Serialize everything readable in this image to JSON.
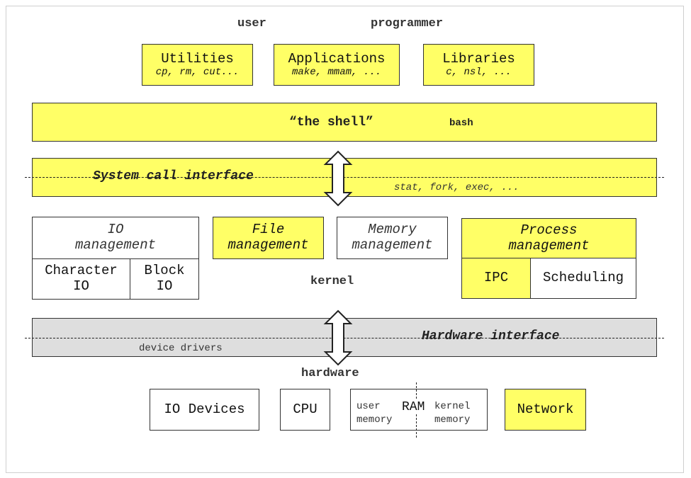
{
  "top_labels": {
    "user": "user",
    "programmer": "programmer"
  },
  "top_boxes": [
    {
      "title": "Utilities",
      "sub": "cp, rm, cut..."
    },
    {
      "title": "Applications",
      "sub": "make, mmam, ..."
    },
    {
      "title": "Libraries",
      "sub": "c, nsl, ..."
    }
  ],
  "shell": {
    "title": "“the shell”",
    "example": "bash"
  },
  "syscall": {
    "title": "System call interface",
    "examples": "stat, fork, exec, ..."
  },
  "kernel": {
    "label": "kernel",
    "io": {
      "title": "IO\nmanagement",
      "title_line1": "IO",
      "title_line2": "management",
      "char_line1": "Character",
      "char_line2": "IO",
      "block_line1": "Block",
      "block_line2": "IO"
    },
    "file": {
      "line1": "File",
      "line2": "management"
    },
    "memory": {
      "line1": "Memory",
      "line2": "management"
    },
    "process": {
      "line1": "Process",
      "line2": "management",
      "ipc": "IPC",
      "scheduling": "Scheduling"
    }
  },
  "hardware_interface": {
    "title": "Hardware interface",
    "drivers": "device drivers"
  },
  "hardware": {
    "label": "hardware",
    "io_devices": "IO Devices",
    "cpu": "CPU",
    "ram": {
      "label": "RAM",
      "user_line1": "user",
      "user_line2": "memory",
      "kernel_line1": "kernel",
      "kernel_line2": "memory"
    },
    "network": "Network"
  },
  "colors": {
    "highlight": "#ffff66",
    "interface_gray": "#dedede",
    "border": "#333333"
  }
}
